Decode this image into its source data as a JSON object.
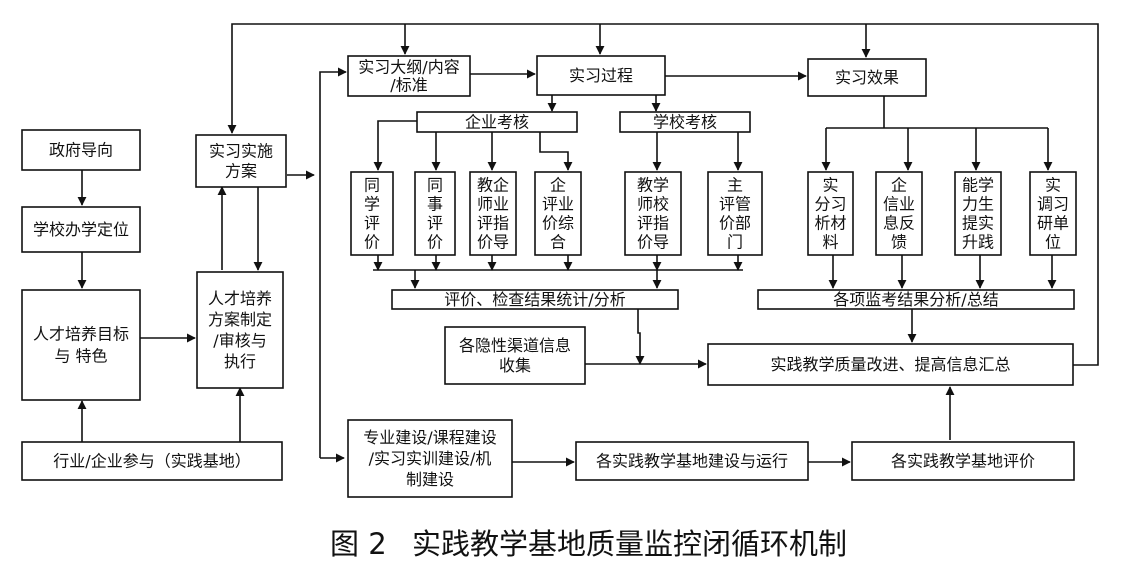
{
  "caption": {
    "label": "图 2",
    "title": "实践教学基地质量监控闭循环机制"
  },
  "nodes": {
    "gov": "政府导向",
    "school_pos": "学校办学定位",
    "talent_goal": "人才培养目标\n与  特色",
    "industry": "行业/企业参与（实践基地）",
    "impl_plan": "实习实施\n方案",
    "talent_plan": "人才培养\n方案制定\n/审核与\n执行",
    "syllabus": "实习大纲/内容\n/标准",
    "process": "实习过程",
    "effect": "实习效果",
    "ent_assess": "企业考核",
    "school_assess": "学校考核",
    "peer_study": "同\n学\n评\n价",
    "peer_work": "同\n事\n评\n价",
    "teacher_ent": "教企\n师业\n评指\n价导",
    "ent_overall": "企\n评业\n价综\n合",
    "teacher_school": "教学\n师校\n评指\n价导",
    "dept_eval": "主\n评管\n价部\n门",
    "analysis": "实\n分习\n析材\n料",
    "feedback": "企\n信业\n息反\n馈",
    "ability": "能学\n力生\n提实\n升践",
    "survey": "实\n调习\n研单\n位",
    "stat": "评价、检查结果统计/分析",
    "monitor": "各项监考结果分析/总结",
    "hidden": "各隐性渠道信息\n收集",
    "improve": "实践教学质量改进、提高信息汇总",
    "construction": "专业建设/课程建设\n/实习实训建设/机\n制建设",
    "base_run": "各实践教学基地建设与运行",
    "base_eval": "各实践教学基地评价"
  }
}
